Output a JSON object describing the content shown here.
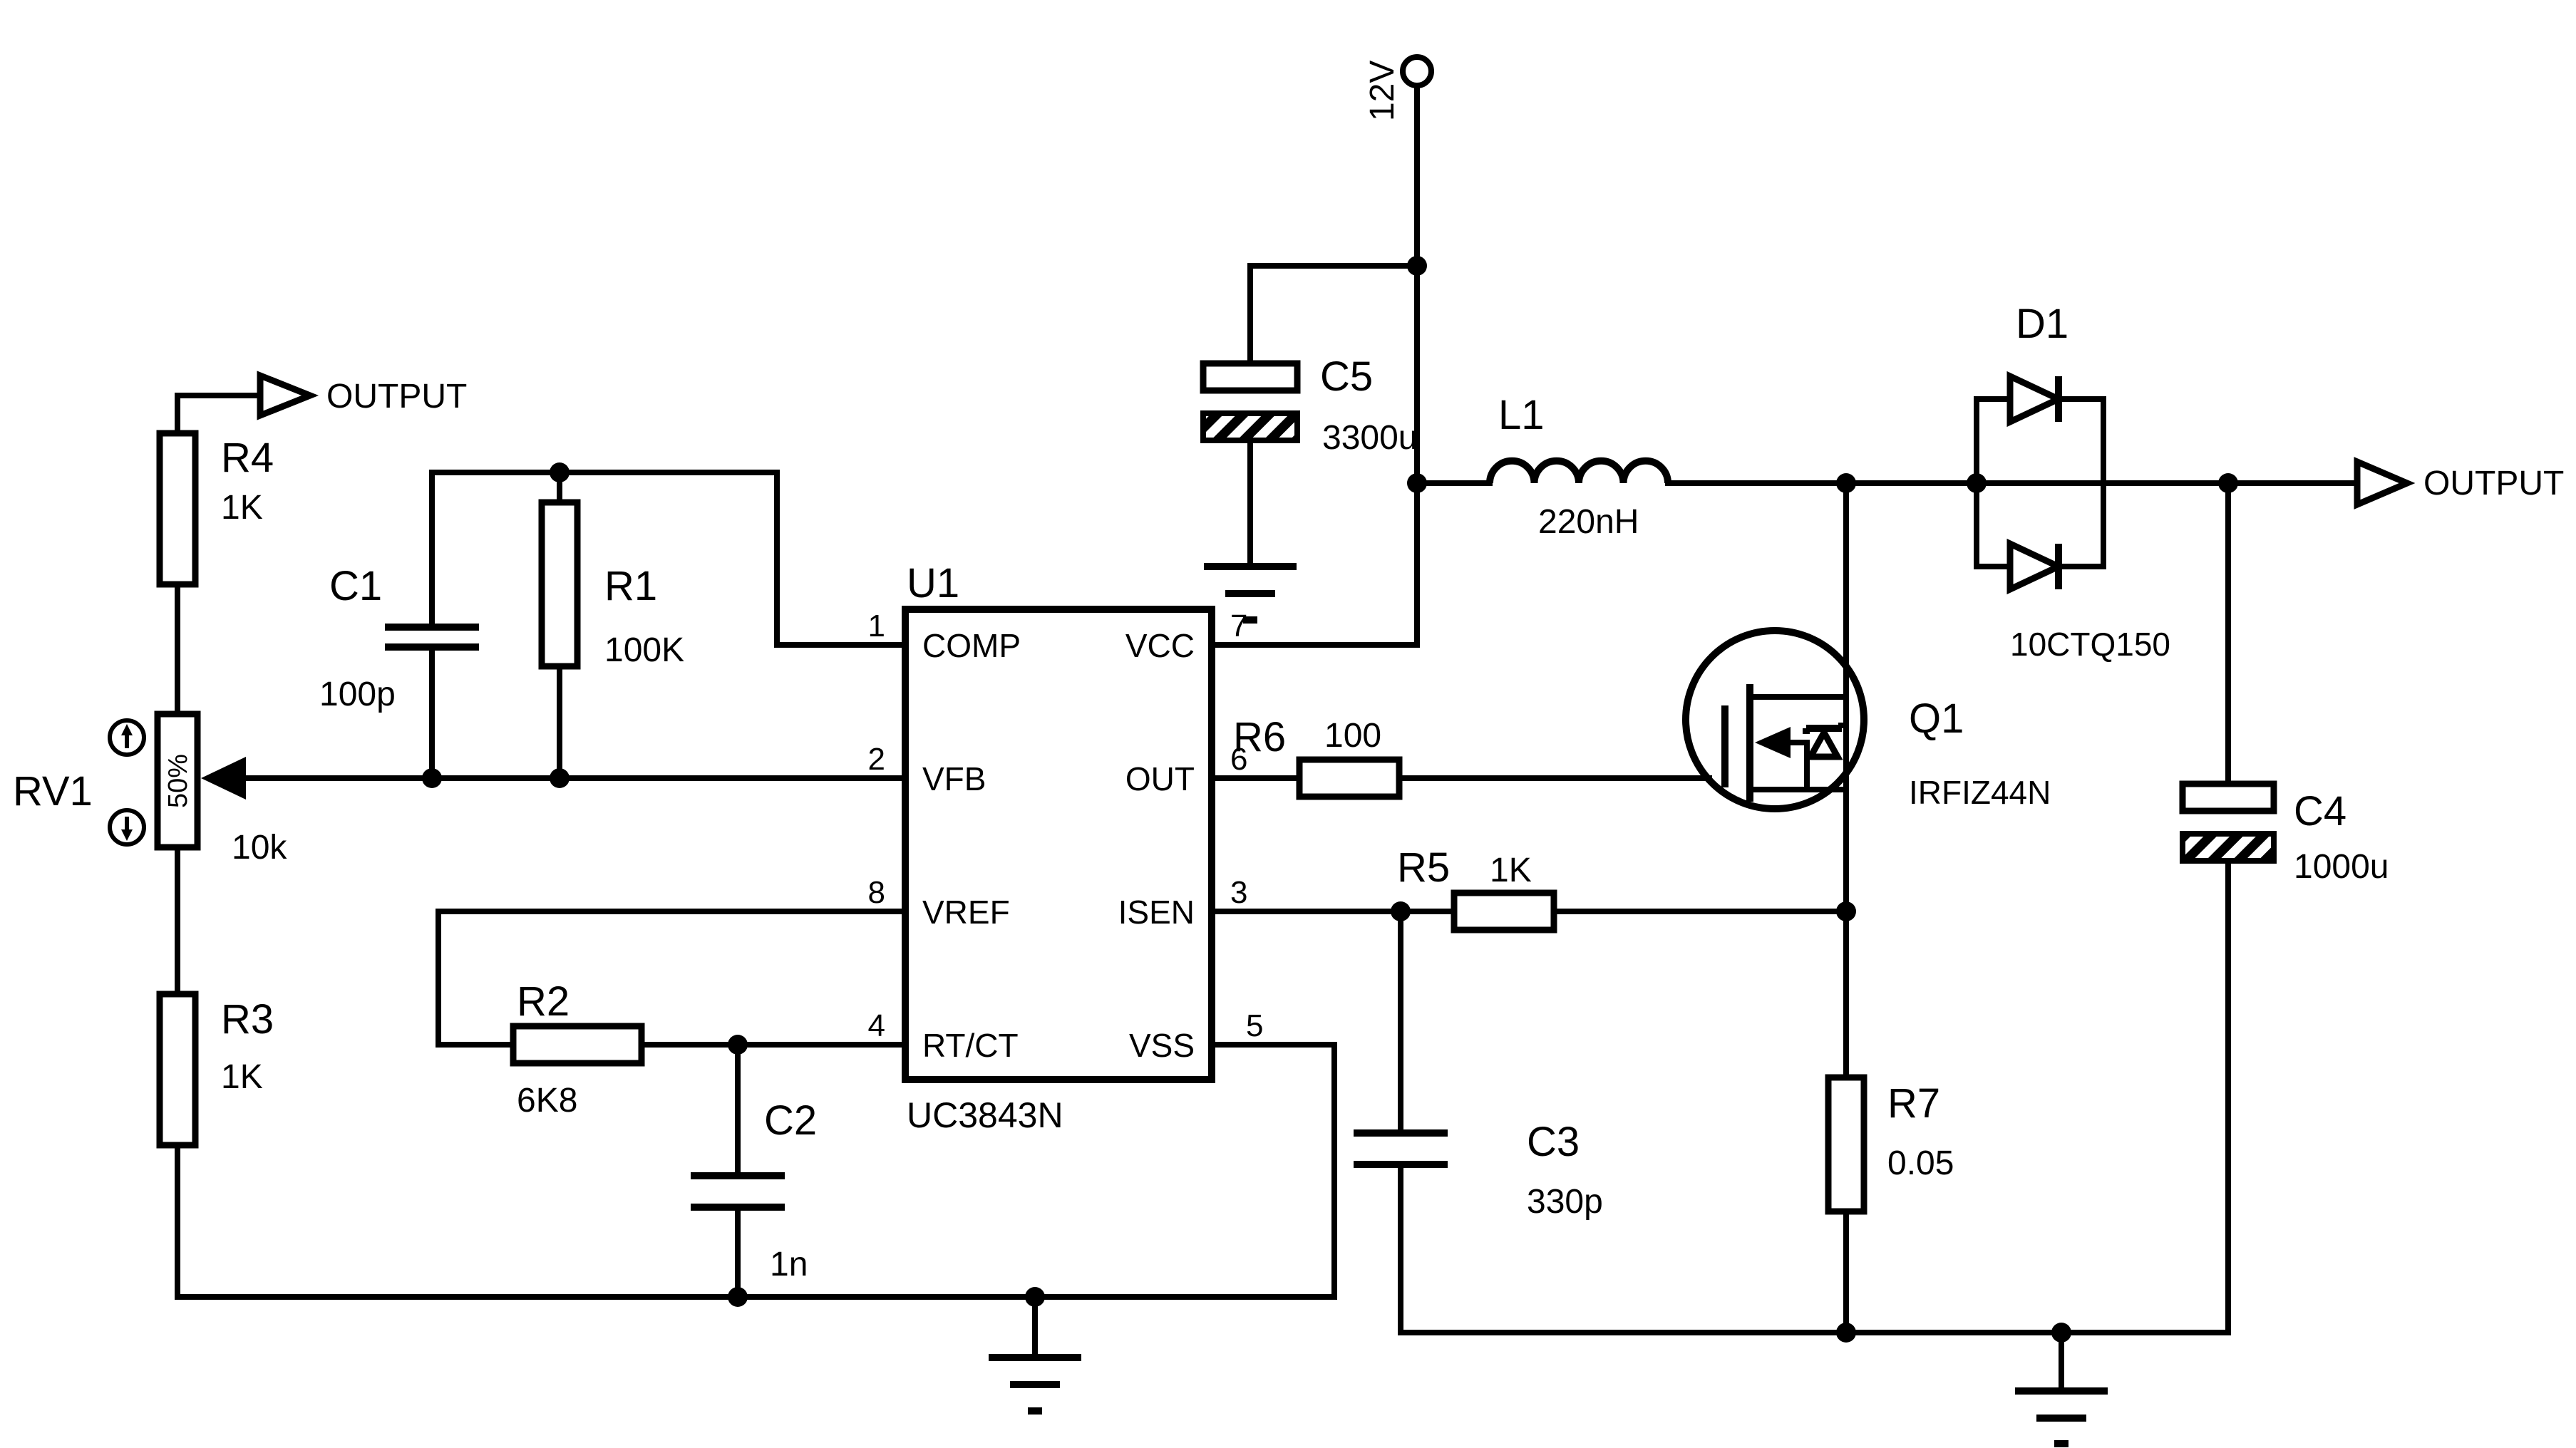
{
  "power": {
    "supply_label": "12V"
  },
  "outputs": {
    "left_label": "OUTPUT",
    "right_label": "OUTPUT"
  },
  "chip": {
    "ref": "U1",
    "part": "UC3843N",
    "left_pins": [
      {
        "num": "1",
        "name": "COMP"
      },
      {
        "num": "2",
        "name": "VFB"
      },
      {
        "num": "8",
        "name": "VREF"
      },
      {
        "num": "4",
        "name": "RT/CT"
      }
    ],
    "right_pins": [
      {
        "num": "7",
        "name": "VCC"
      },
      {
        "num": "6",
        "name": "OUT"
      },
      {
        "num": "3",
        "name": "ISEN"
      },
      {
        "num": "5",
        "name": "VSS"
      }
    ]
  },
  "components": {
    "r1": {
      "ref": "R1",
      "value": "100K"
    },
    "r2": {
      "ref": "R2",
      "value": "6K8"
    },
    "r3": {
      "ref": "R3",
      "value": "1K"
    },
    "r4": {
      "ref": "R4",
      "value": "1K"
    },
    "r5": {
      "ref": "R5",
      "value": "1K"
    },
    "r6": {
      "ref": "R6",
      "value": "100"
    },
    "r7": {
      "ref": "R7",
      "value": "0.05"
    },
    "rv1": {
      "ref": "RV1",
      "value": "10k",
      "wiper": "50%"
    },
    "c1": {
      "ref": "C1",
      "value": "100p"
    },
    "c2": {
      "ref": "C2",
      "value": "1n"
    },
    "c3": {
      "ref": "C3",
      "value": "330p"
    },
    "c4": {
      "ref": "C4",
      "value": "1000u"
    },
    "c5": {
      "ref": "C5",
      "value": "3300u"
    },
    "l1": {
      "ref": "L1",
      "value": "220nH"
    },
    "d1": {
      "ref": "D1",
      "value": "10CTQ150"
    },
    "q1": {
      "ref": "Q1",
      "value": "IRFIZ44N"
    }
  }
}
